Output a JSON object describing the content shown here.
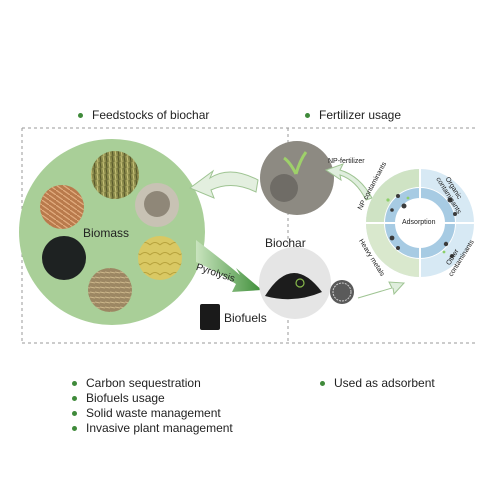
{
  "headers": {
    "feedstocks": "Feedstocks of biochar",
    "fertilizer": "Fertilizer usage"
  },
  "labels": {
    "biomass": "Biomass",
    "biochar": "Biochar",
    "pyrolysis": "Pyrolysis",
    "biofuels": "Biofuels",
    "np_fertilizer": "NP-fertilizer",
    "adsorption": "Adsorption",
    "np_contaminants": "NP contaminants",
    "organic_contaminants": "Organic contaminants",
    "heavy_metals": "Heavy metals",
    "other_contaminants": "Other contaminants"
  },
  "applications_left": [
    "Carbon sequestration",
    "Biofuels usage",
    "Solid waste management",
    "Invasive plant management"
  ],
  "applications_right": [
    "Used as adsorbent"
  ],
  "colors": {
    "bullet": "#3f8a3a",
    "biomass_circle": "#a9cf98",
    "arrow": "#5aa84a",
    "adsorption_blue": "#a7cbe3"
  }
}
